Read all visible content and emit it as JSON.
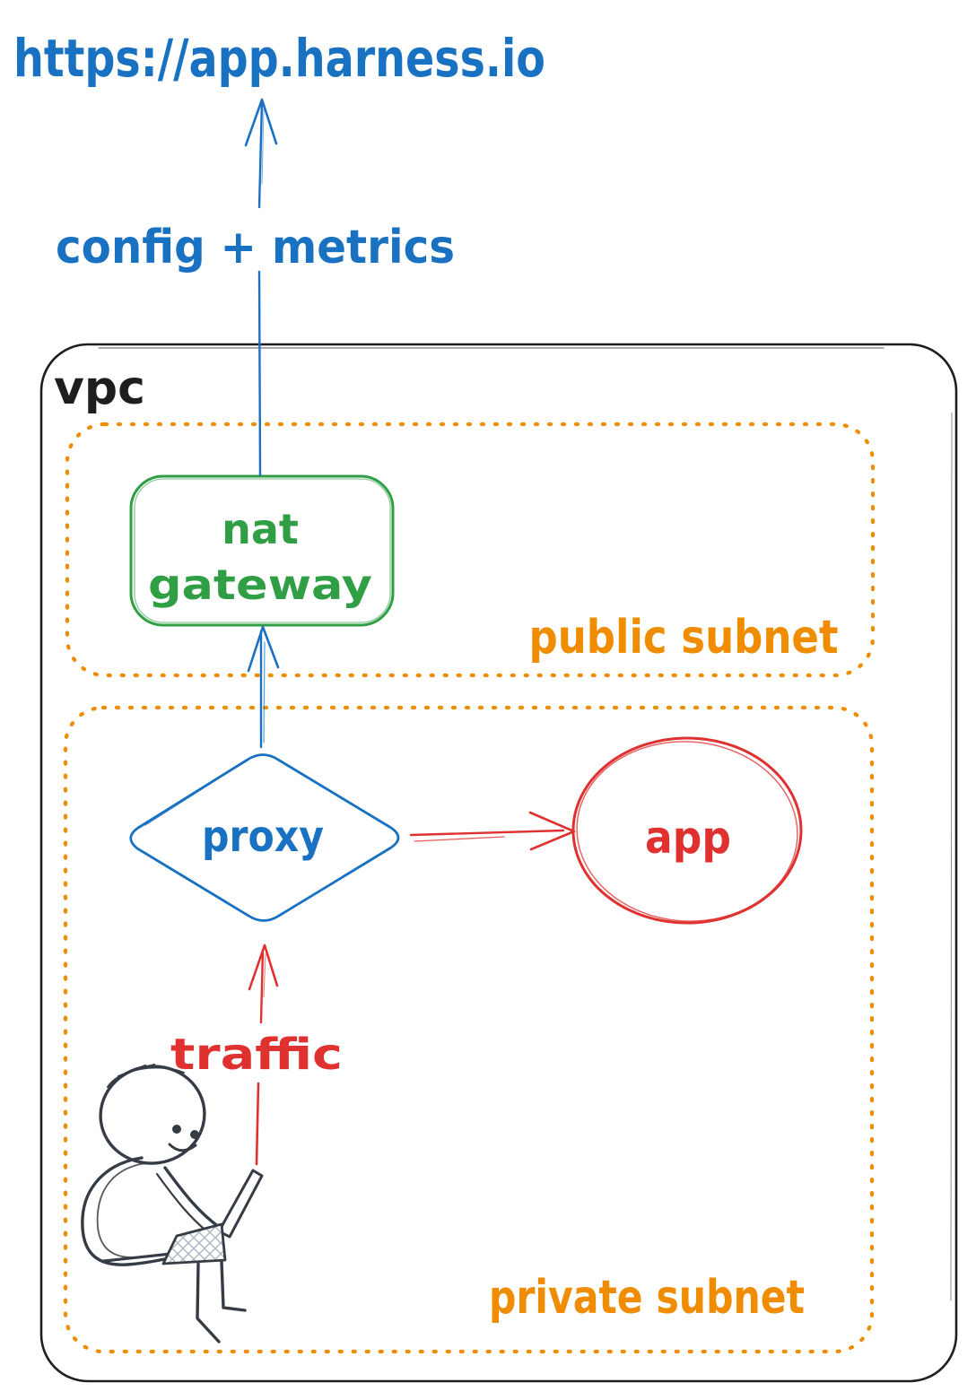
{
  "diagram": {
    "url_label": "https://app.harness.io",
    "config_metrics_label": "config + metrics",
    "vpc_label": "vpc",
    "public_subnet_label": "public subnet",
    "private_subnet_label": "private subnet",
    "nat_gateway": {
      "line1": "nat",
      "line2": "gateway"
    },
    "proxy_label": "proxy",
    "app_label": "app",
    "traffic_label": "traffic",
    "icons": {
      "person": "person-with-laptop"
    },
    "colors": {
      "blue": "#1971c2",
      "green": "#2f9e44",
      "orange": "#f08c00",
      "red": "#e03131",
      "ink": "#1e1e1e",
      "person": "#363c45"
    }
  }
}
